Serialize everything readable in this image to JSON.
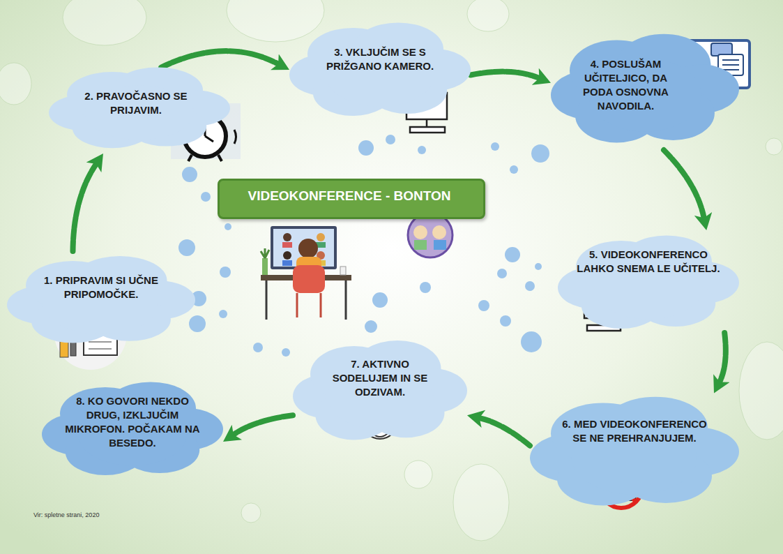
{
  "diagram": {
    "title": "VIDEOKONFERENCE - BONTON",
    "nodes": [
      {
        "text": [
          "VIDEOKONFERENCE - BONTON"
        ]
      },
      {
        "text": [
          "1. PRIPRAVIM SI UČNE PRIPOMOČKE."
        ]
      },
      {
        "text": [
          "2. PRAVOČASNO SE PRIJAVIM."
        ]
      },
      {
        "text": [
          "3. VKLJUČIM SE S PRIŽGANO KAMERO."
        ]
      },
      {
        "text": [
          "4. POSLUŠAM UČITELJICO, DA PODA OSNOVNA NAVODILA."
        ]
      },
      {
        "text": [
          "5. VIDEOKONFERENCO LAHKO SNEMA LE UČITELJ."
        ]
      },
      {
        "text": [
          "6. MED VIDEOKONFERENCO SE NE PREHRANJUJEM."
        ]
      },
      {
        "text": [
          "7. AKTIVNO SODELUJEM IN SE ODZIVAM."
        ]
      },
      {
        "text": [
          "8. KO GOVORI NEKDO DRUG, IZKLJUČIM MIKROFON. POČAKAM NA BESEDO."
        ]
      }
    ],
    "edges": [
      {
        "from": 1,
        "to": 2,
        "arrow": "to"
      },
      {
        "from": 2,
        "to": 3,
        "arrow": "to"
      },
      {
        "from": 3,
        "to": 4,
        "arrow": "to"
      },
      {
        "from": 4,
        "to": 5,
        "arrow": "to"
      },
      {
        "from": 5,
        "to": 6,
        "arrow": "to"
      },
      {
        "from": 6,
        "to": 7,
        "arrow": "to"
      },
      {
        "from": 7,
        "to": 8,
        "arrow": "to"
      }
    ],
    "labels": [
      "Vir: spletne strani, 2020"
    ]
  }
}
